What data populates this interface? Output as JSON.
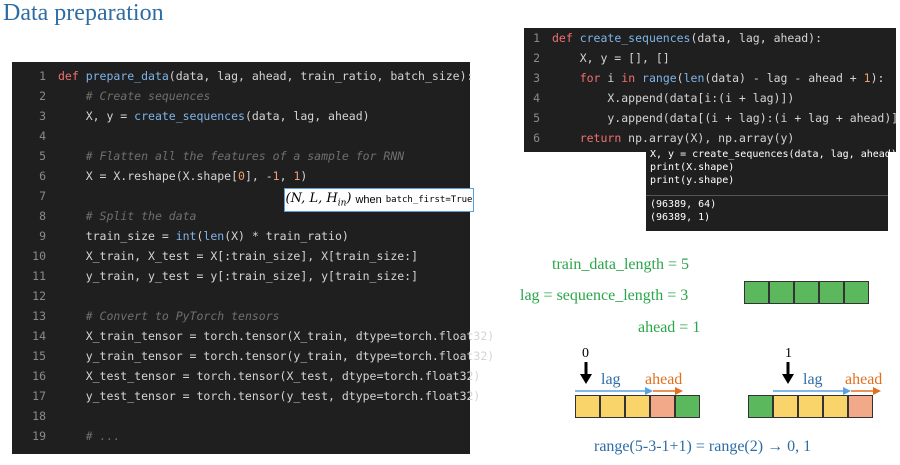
{
  "title": "Data preparation",
  "left_code": [
    {
      "n": "1",
      "segs": [
        [
          "kw",
          "def "
        ],
        [
          "fn",
          "prepare_data"
        ],
        [
          "",
          "(data, lag, ahead, train_ratio, batch_size):"
        ]
      ]
    },
    {
      "n": "2",
      "segs": [
        [
          "",
          "    "
        ],
        [
          "cm",
          "# Create sequences"
        ]
      ]
    },
    {
      "n": "3",
      "segs": [
        [
          "",
          "    X, y = "
        ],
        [
          "fn",
          "create_sequences"
        ],
        [
          "",
          "(data, lag, ahead)"
        ]
      ]
    },
    {
      "n": "4",
      "segs": []
    },
    {
      "n": "5",
      "segs": [
        [
          "",
          "    "
        ],
        [
          "cm",
          "# Flatten all the features of a sample for RNN"
        ]
      ]
    },
    {
      "n": "6",
      "segs": [
        [
          "",
          "    X = X.reshape(X.shape["
        ],
        [
          "num",
          "0"
        ],
        [
          "",
          "], -"
        ],
        [
          "num",
          "1"
        ],
        [
          "",
          ", "
        ],
        [
          "num",
          "1"
        ],
        [
          "",
          ")"
        ]
      ]
    },
    {
      "n": "7",
      "segs": []
    },
    {
      "n": "8",
      "segs": [
        [
          "",
          "    "
        ],
        [
          "cm",
          "# Split the data"
        ]
      ]
    },
    {
      "n": "9",
      "segs": [
        [
          "",
          "    train_size = "
        ],
        [
          "fn",
          "int"
        ],
        [
          "",
          "("
        ],
        [
          "fn",
          "len"
        ],
        [
          "",
          "(X) * train_ratio)"
        ]
      ]
    },
    {
      "n": "10",
      "segs": [
        [
          "",
          "    X_train, X_test = X[:train_size], X[train_size:]"
        ]
      ]
    },
    {
      "n": "11",
      "segs": [
        [
          "",
          "    y_train, y_test = y[:train_size], y[train_size:]"
        ]
      ]
    },
    {
      "n": "12",
      "segs": []
    },
    {
      "n": "13",
      "segs": [
        [
          "",
          "    "
        ],
        [
          "cm",
          "# Convert to PyTorch tensors"
        ]
      ]
    },
    {
      "n": "14",
      "segs": [
        [
          "",
          "    X_train_tensor = torch.tensor(X_train, dtype=torch.float32)"
        ]
      ]
    },
    {
      "n": "15",
      "segs": [
        [
          "",
          "    y_train_tensor = torch.tensor(y_train, dtype=torch.float32)"
        ]
      ]
    },
    {
      "n": "16",
      "segs": [
        [
          "",
          "    X_test_tensor = torch.tensor(X_test, dtype=torch.float32)"
        ]
      ]
    },
    {
      "n": "17",
      "segs": [
        [
          "",
          "    y_test_tensor = torch.tensor(y_test, dtype=torch.float32)"
        ]
      ]
    },
    {
      "n": "18",
      "segs": []
    },
    {
      "n": "19",
      "segs": [
        [
          "",
          "    "
        ],
        [
          "cm",
          "# ..."
        ]
      ]
    }
  ],
  "tooltip": {
    "math": "(N, L, H_in)",
    "when": "when",
    "mono": "batch_first=True"
  },
  "right_code": [
    {
      "n": "1",
      "segs": [
        [
          "kw",
          "def "
        ],
        [
          "fn",
          "create_sequences"
        ],
        [
          "",
          "(data, lag, ahead):"
        ]
      ]
    },
    {
      "n": "2",
      "segs": [
        [
          "",
          "    X, y = [], []"
        ]
      ]
    },
    {
      "n": "3",
      "segs": [
        [
          "",
          "    "
        ],
        [
          "kw",
          "for "
        ],
        [
          "",
          "i "
        ],
        [
          "kw",
          "in "
        ],
        [
          "fn",
          "range"
        ],
        [
          "",
          "("
        ],
        [
          "fn",
          "len"
        ],
        [
          "",
          "(data) - lag - ahead + "
        ],
        [
          "num",
          "1"
        ],
        [
          "",
          "):"
        ]
      ]
    },
    {
      "n": "4",
      "segs": [
        [
          "",
          "        X.append(data[i:(i + lag)])"
        ]
      ]
    },
    {
      "n": "5",
      "segs": [
        [
          "",
          "        y.append(data[(i + lag):(i + lag + ahead)])"
        ]
      ]
    },
    {
      "n": "6",
      "segs": [
        [
          "",
          "    "
        ],
        [
          "kw",
          "return "
        ],
        [
          "",
          "np.array(X), np.array(y)"
        ]
      ]
    }
  ],
  "notebook": {
    "cmd1": "X, y = create_sequences(data, lag, ahead)",
    "cmd2": "print(X.shape)",
    "cmd3": "print(y.shape)",
    "out1": "(96389, 64)",
    "out2": "(96389, 1)"
  },
  "diagram": {
    "train_data_length": "train_data_length = 5",
    "lag_eq": "lag = sequence_length = 3",
    "ahead_eq": "ahead = 1",
    "index0": "0",
    "index1": "1",
    "lag_label": "lag",
    "ahead_label": "ahead",
    "range_eq": "range(5-3-1+1) = range(2) → 0, 1"
  },
  "colors": {
    "green": "#2aa64a",
    "yellow": "#f8d46a",
    "orange": "#f2a98a",
    "blue": "#2e6da4"
  }
}
